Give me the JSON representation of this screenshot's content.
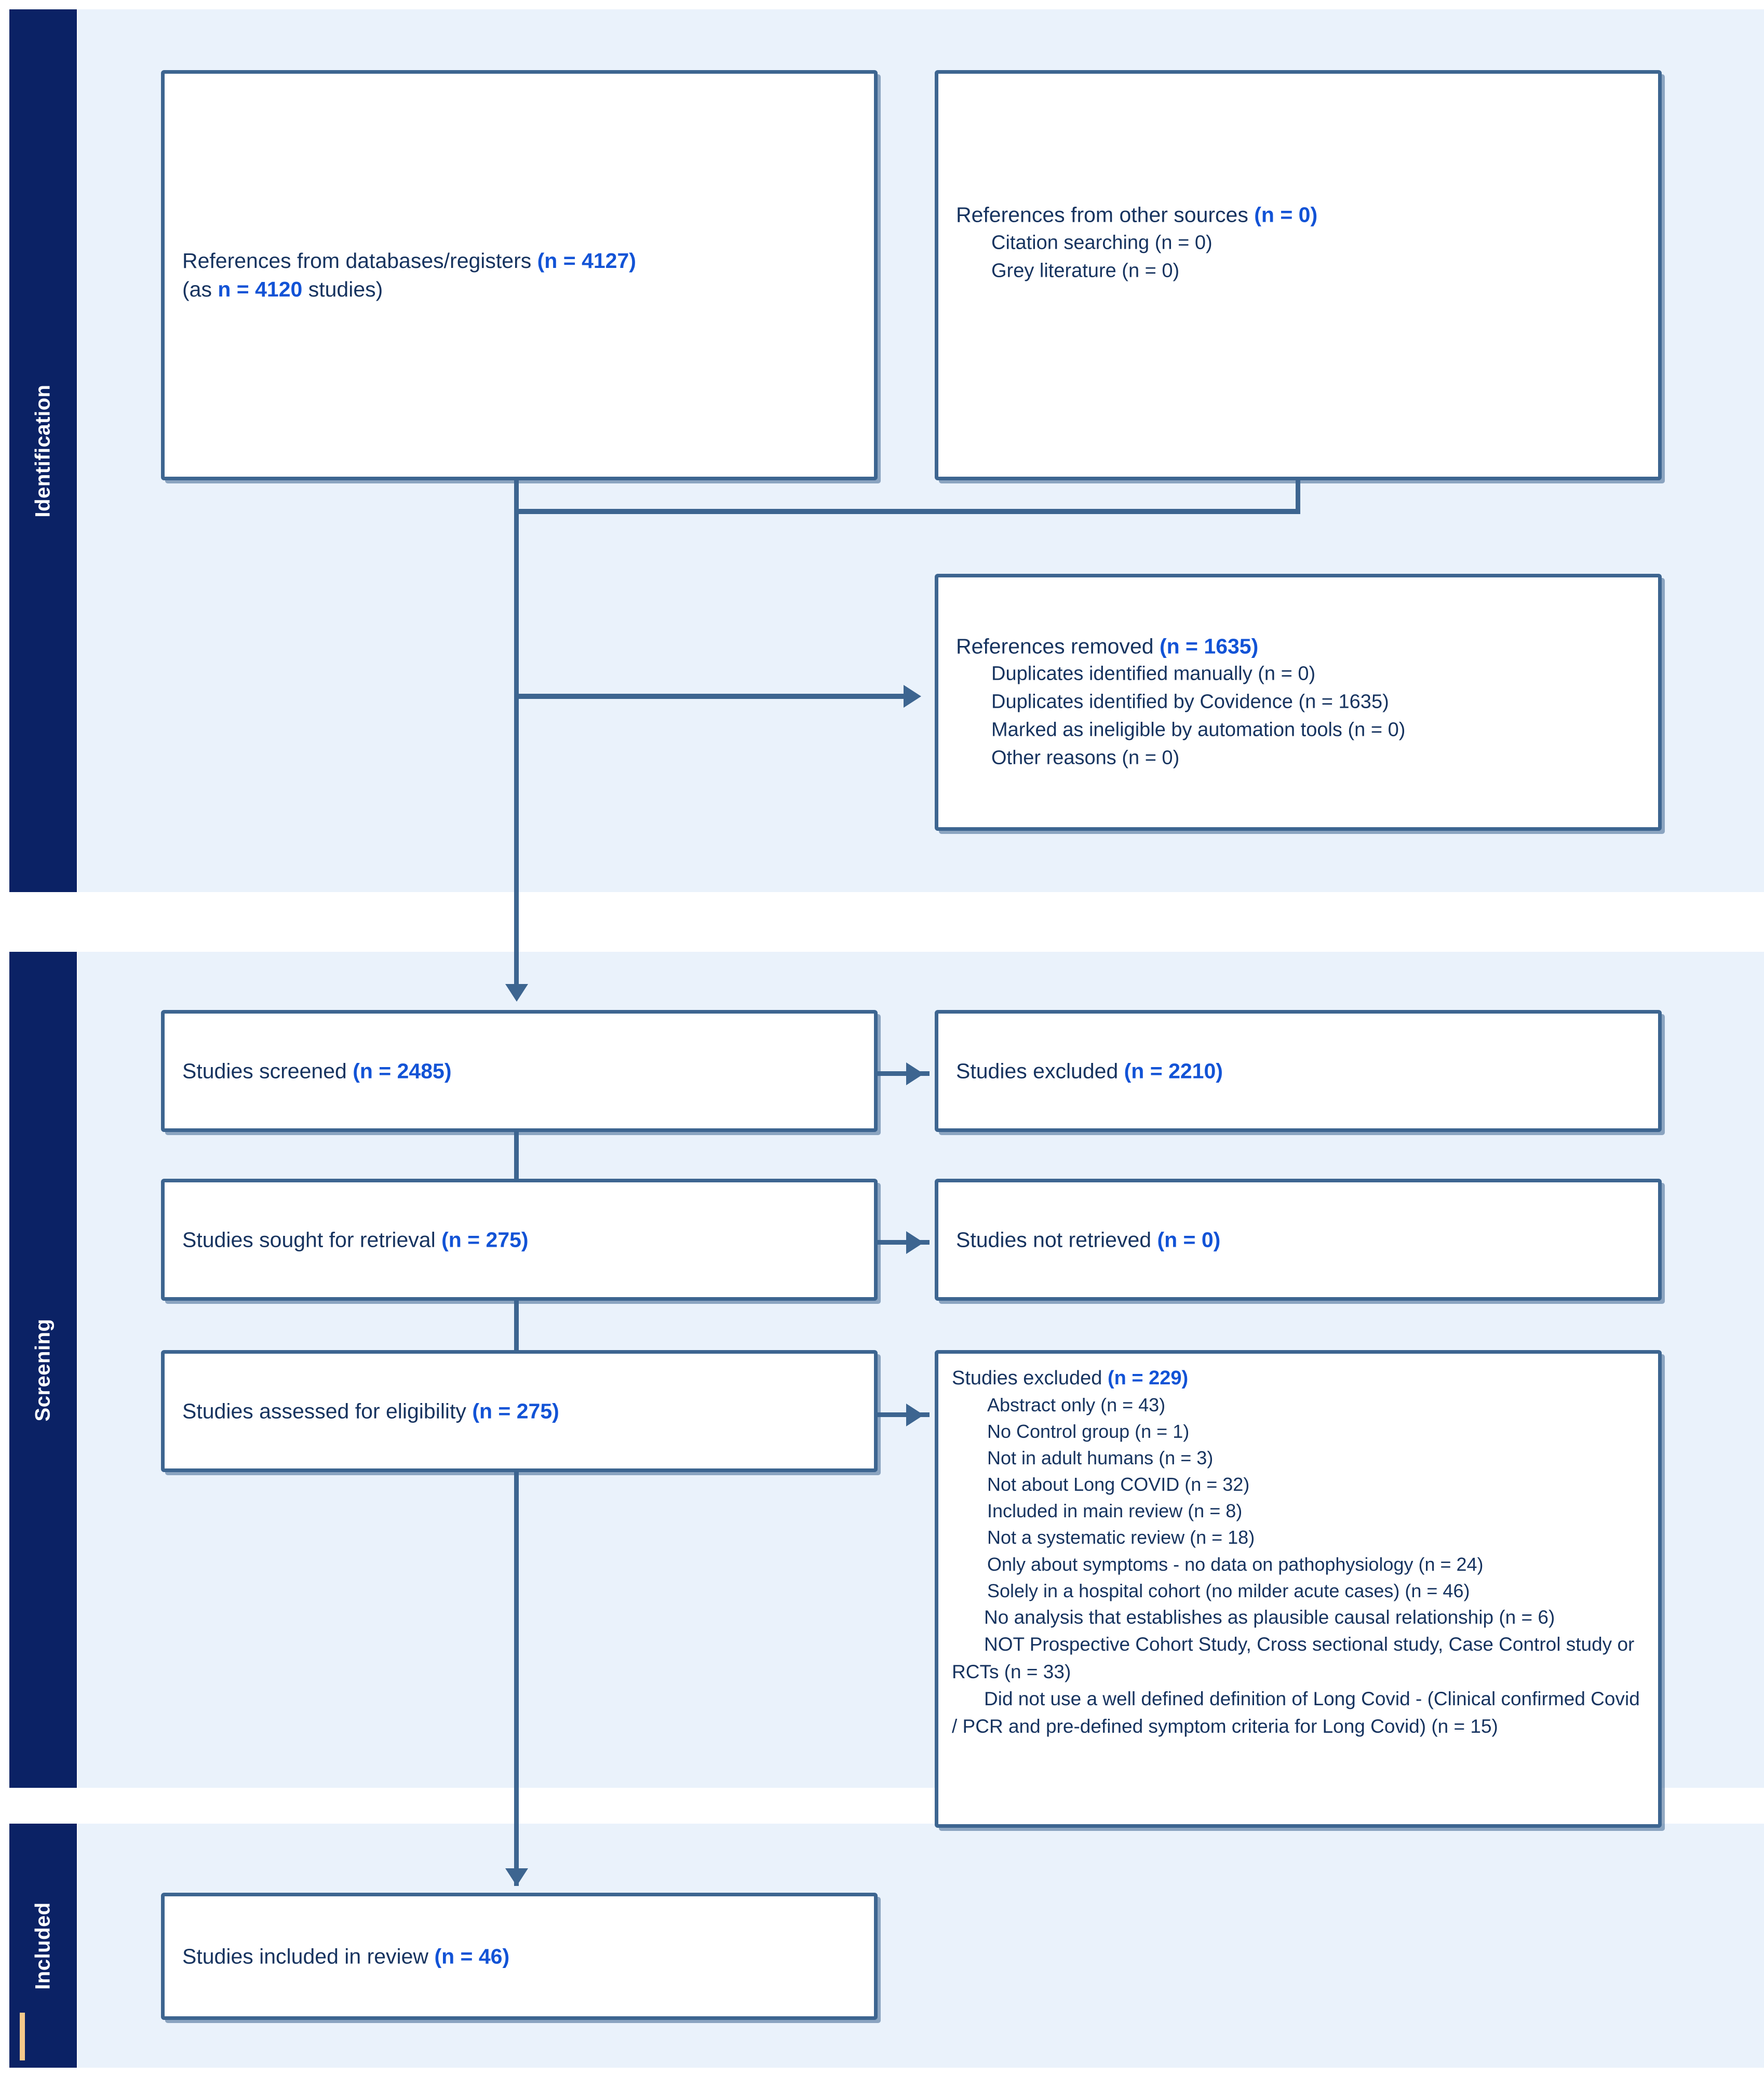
{
  "diagram": {
    "type": "PRISMA flow diagram",
    "stages": [
      {
        "id": "identification",
        "label": "Identification"
      },
      {
        "id": "screening",
        "label": "Screening"
      },
      {
        "id": "included",
        "label": "Included"
      }
    ]
  },
  "boxes": {
    "databases": {
      "name": "references-from-databases",
      "line1_pre": "References from databases/registers ",
      "line1_n": "(n = 4127)",
      "line2_pre": "(as ",
      "line2_n": "n = 4120",
      "line2_post": " studies)"
    },
    "other_sources": {
      "name": "references-from-other-sources",
      "title_pre": "References from other sources ",
      "title_n": "(n = 0)",
      "items": [
        "Citation searching (n = 0)",
        "Grey literature (n = 0)"
      ]
    },
    "references_removed": {
      "name": "references-removed",
      "title_pre": "References removed ",
      "title_n": "(n = 1635)",
      "items": [
        "Duplicates identified manually (n = 0)",
        "Duplicates identified by Covidence (n = 1635)",
        "Marked as ineligible by automation tools (n = 0)",
        "Other reasons (n = 0)"
      ]
    },
    "studies_screened": {
      "name": "studies-screened",
      "label_pre": "Studies screened ",
      "label_n": "(n = 2485)"
    },
    "studies_excluded_screen": {
      "name": "studies-excluded-screening",
      "label_pre": "Studies excluded ",
      "label_n": "(n = 2210)"
    },
    "studies_sought": {
      "name": "studies-sought-for-retrieval",
      "label_pre": "Studies sought for retrieval ",
      "label_n": "(n = 275)"
    },
    "studies_not_retrieved": {
      "name": "studies-not-retrieved",
      "label_pre": "Studies not retrieved ",
      "label_n": "(n = 0)"
    },
    "studies_assessed": {
      "name": "studies-assessed-for-eligibility",
      "label_pre": "Studies assessed for eligibility ",
      "label_n": "(n = 275)"
    },
    "studies_excluded_eligibility": {
      "name": "studies-excluded-eligibility",
      "title_pre": "Studies excluded ",
      "title_n": "(n = 229)",
      "items": [
        "Abstract only (n = 43)",
        "No Control group (n = 1)",
        "Not in adult humans (n = 3)",
        "Not about Long COVID (n = 32)",
        "Included in main review (n = 8)",
        "Not a systematic review (n = 18)",
        "Only about symptoms - no data on pathophysiology (n = 24)",
        "Solely in a hospital cohort (no milder acute cases) (n = 46)"
      ],
      "wrapped_items": [
        "No analysis that establishes as plausible causal relationship (n = 6)",
        "NOT Prospective Cohort Study, Cross sectional study, Case Control study or RCTs (n = 33)",
        "Did not use a well defined definition of Long Covid - (Clinical confirmed Covid / PCR and pre-defined symptom criteria for Long Covid) (n = 15)"
      ]
    },
    "studies_included": {
      "name": "studies-included-in-review",
      "label_pre": "Studies included in review ",
      "label_n": "(n = 46)"
    }
  },
  "colors": {
    "stage_bar": "#0b2265",
    "panel": "#eaf2fb",
    "box_border": "#3d6590",
    "text": "#16335f",
    "accent_number": "#1253d6",
    "tick": "#f5c98a"
  }
}
